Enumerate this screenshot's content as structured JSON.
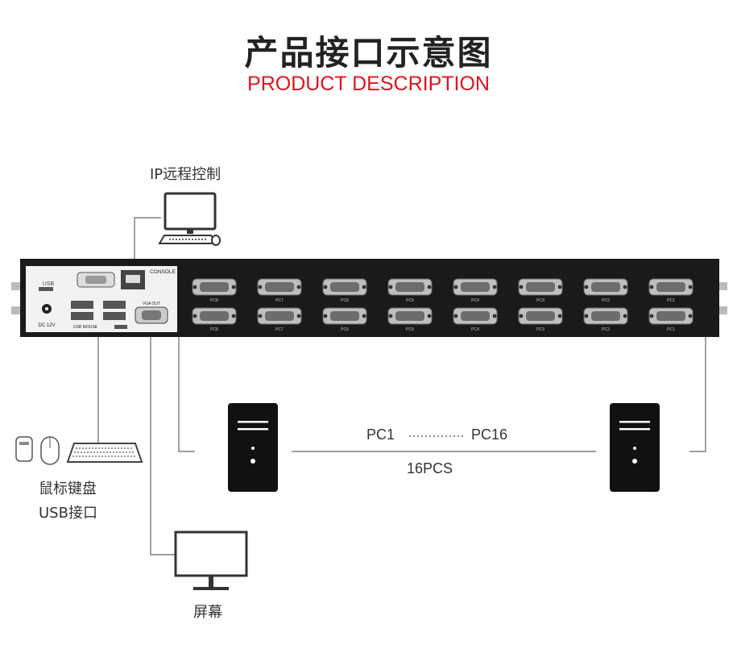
{
  "header": {
    "title_cn": "产品接口示意图",
    "title_en": "PRODUCT DESCRIPTION"
  },
  "labels": {
    "ip_remote": "IP远程控制",
    "mouse_keyboard": "鼠标键盘",
    "usb_port": "USB接口",
    "screen": "屏幕",
    "pc_range_start": "PC1",
    "pc_range_end": "PC16",
    "pcs_count": "16PCS"
  },
  "device": {
    "usb_label": "USB",
    "dc_label": "DC 12V",
    "console_label": "CONSOLE",
    "vga_out_label": "VGA OUT",
    "usb_mouse_label": "USB MOUSE",
    "top_ports": [
      "PC8",
      "PC7",
      "PC6",
      "PC5",
      "PC4",
      "PC3",
      "PC2",
      "PC1"
    ],
    "bottom_ports": [
      "PC8",
      "PC7",
      "PC6",
      "PC5",
      "PC4",
      "PC3",
      "PC2",
      "PC1"
    ]
  },
  "colors": {
    "accent": "#e0141e",
    "device_body": "#1a1a1a",
    "line": "#555555"
  }
}
